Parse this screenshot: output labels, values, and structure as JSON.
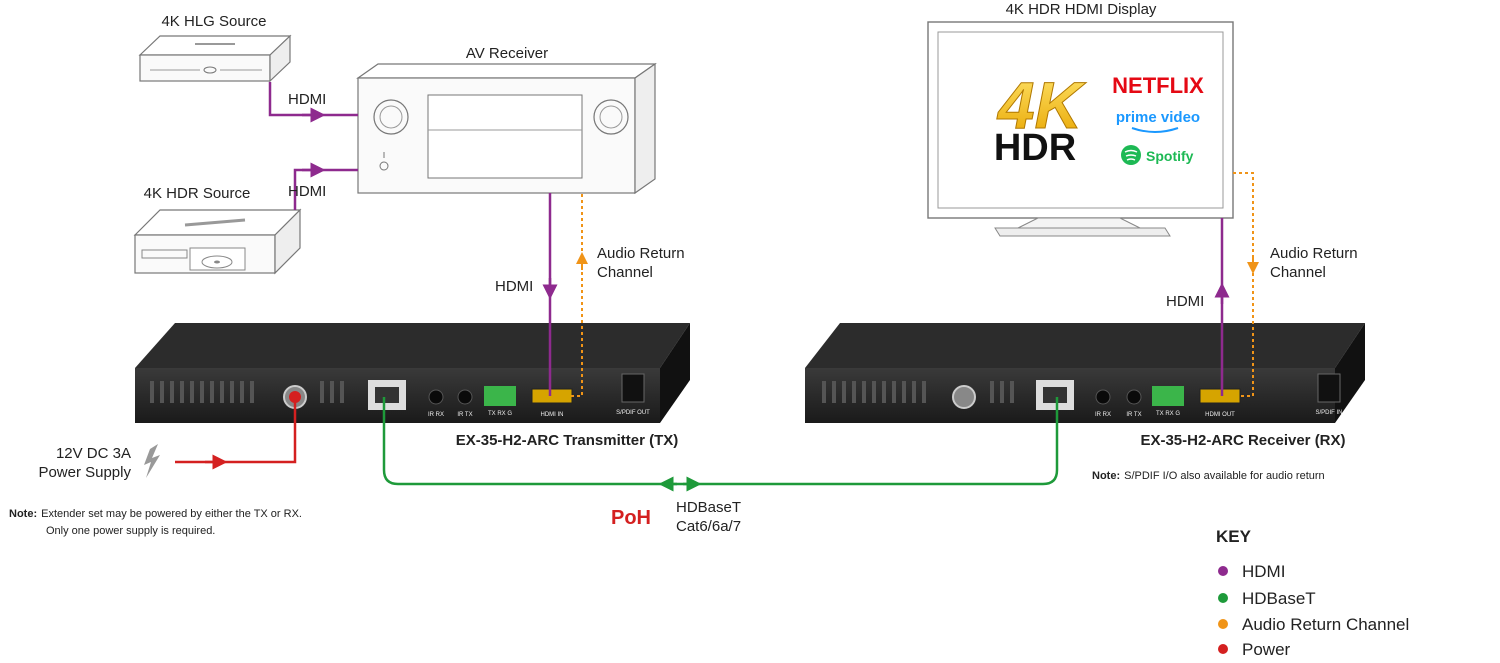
{
  "colors": {
    "hdmi": "#8e2a8e",
    "hdbaset": "#1e9a3a",
    "arc": "#f09418",
    "power": "#d42020"
  },
  "devices": {
    "hlg_source": "4K HLG Source",
    "hdr_source": "4K HDR Source",
    "av_receiver": "AV Receiver",
    "display": "4K HDR HDMI Display"
  },
  "display_screen": {
    "big_4k": "4K",
    "hdr": "HDR",
    "netflix": "NETFLIX",
    "prime": "prime video",
    "spotify": "Spotify"
  },
  "connections": {
    "hdmi_top": "HDMI",
    "hdmi_mid": "HDMI",
    "hdmi_tx": "HDMI",
    "hdmi_rx": "HDMI",
    "arc_tx_line1": "Audio Return",
    "arc_tx_line2": "Channel",
    "arc_rx_line1": "Audio Return",
    "arc_rx_line2": "Channel",
    "hdbaset_line1": "HDBaseT",
    "hdbaset_line2": "Cat6/6a/7",
    "poh_logo": "PoH"
  },
  "power": {
    "line1": "12V DC 3A",
    "line2": "Power Supply"
  },
  "tx": {
    "name": "EX-35-H2-ARC Transmitter (TX)",
    "ports": [
      "IR RX",
      "IR TX",
      "TX RX G",
      "HDMI IN",
      "S/PDIF OUT"
    ]
  },
  "rx": {
    "name": "EX-35-H2-ARC Receiver (RX)",
    "ports": [
      "IR RX",
      "IR TX",
      "TX RX G",
      "HDMI OUT",
      "S/PDIF IN"
    ]
  },
  "notes": {
    "rx_note_bold": "Note:",
    "rx_note_text": "S/PDIF I/O also available for audio return",
    "power_note_bold": "Note:",
    "power_note_line1": "Extender set may be powered by either the TX or RX.",
    "power_note_line2": "Only one power supply is required."
  },
  "key": {
    "title": "KEY",
    "items": [
      "HDMI",
      "HDBaseT",
      "Audio Return Channel",
      "Power"
    ]
  }
}
